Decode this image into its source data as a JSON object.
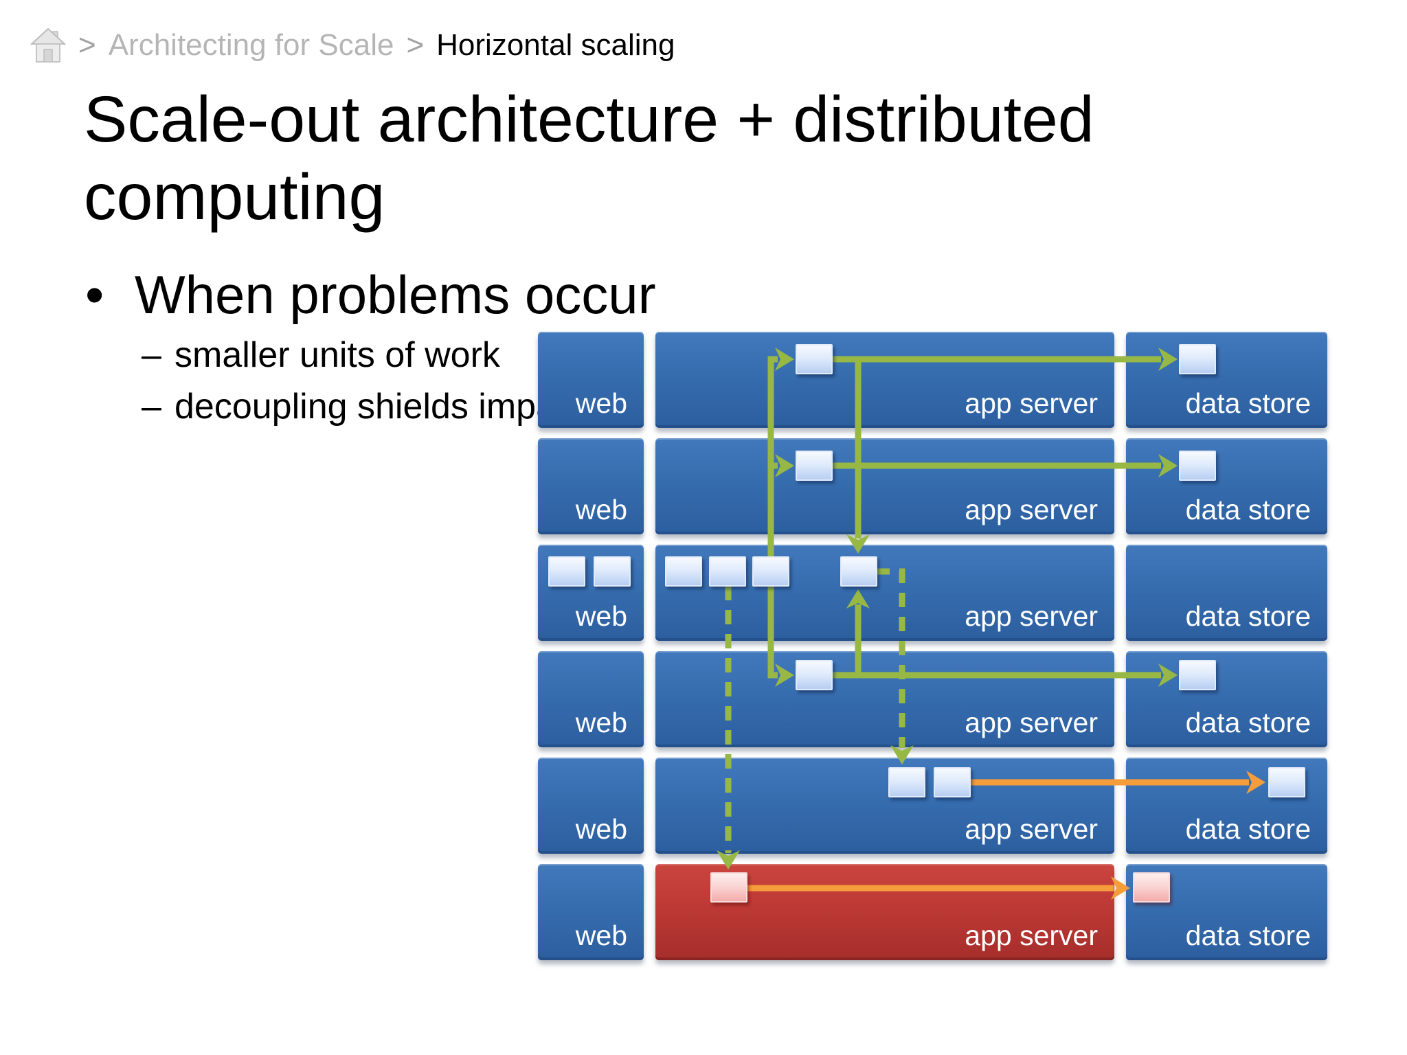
{
  "breadcrumb": {
    "home_icon": "home-icon",
    "separator": ">",
    "section": "Architecting for Scale",
    "page": "Horizontal scaling"
  },
  "slide": {
    "title_lines": [
      "Scale-out architecture + distributed",
      "computing"
    ],
    "bullet_marker": "•",
    "bullet": "When problems occur",
    "sub_bullet_dash": "–",
    "sub_bullets": [
      "smaller units of work",
      "decoupling shields impact"
    ]
  },
  "diagram": {
    "rows": [
      {
        "web_label": "web",
        "app_label": "app server",
        "data_label": "data store",
        "status": "normal"
      },
      {
        "web_label": "web",
        "app_label": "app server",
        "data_label": "data store",
        "status": "normal"
      },
      {
        "web_label": "web",
        "app_label": "app server",
        "data_label": "data store",
        "status": "normal"
      },
      {
        "web_label": "web",
        "app_label": "app server",
        "data_label": "data store",
        "status": "normal"
      },
      {
        "web_label": "web",
        "app_label": "app server",
        "data_label": "data store",
        "status": "normal"
      },
      {
        "web_label": "web",
        "app_label": "app server",
        "data_label": "data store",
        "status": "failed-app-server"
      }
    ],
    "colors": {
      "server_blue": "#356cae",
      "failed_red": "#bb3733",
      "flow_green": "#98b845",
      "flow_orange": "#f59d3b",
      "task_square_blue": "#cfe0f6",
      "task_square_failed_pink": "#f6c2c1"
    }
  }
}
